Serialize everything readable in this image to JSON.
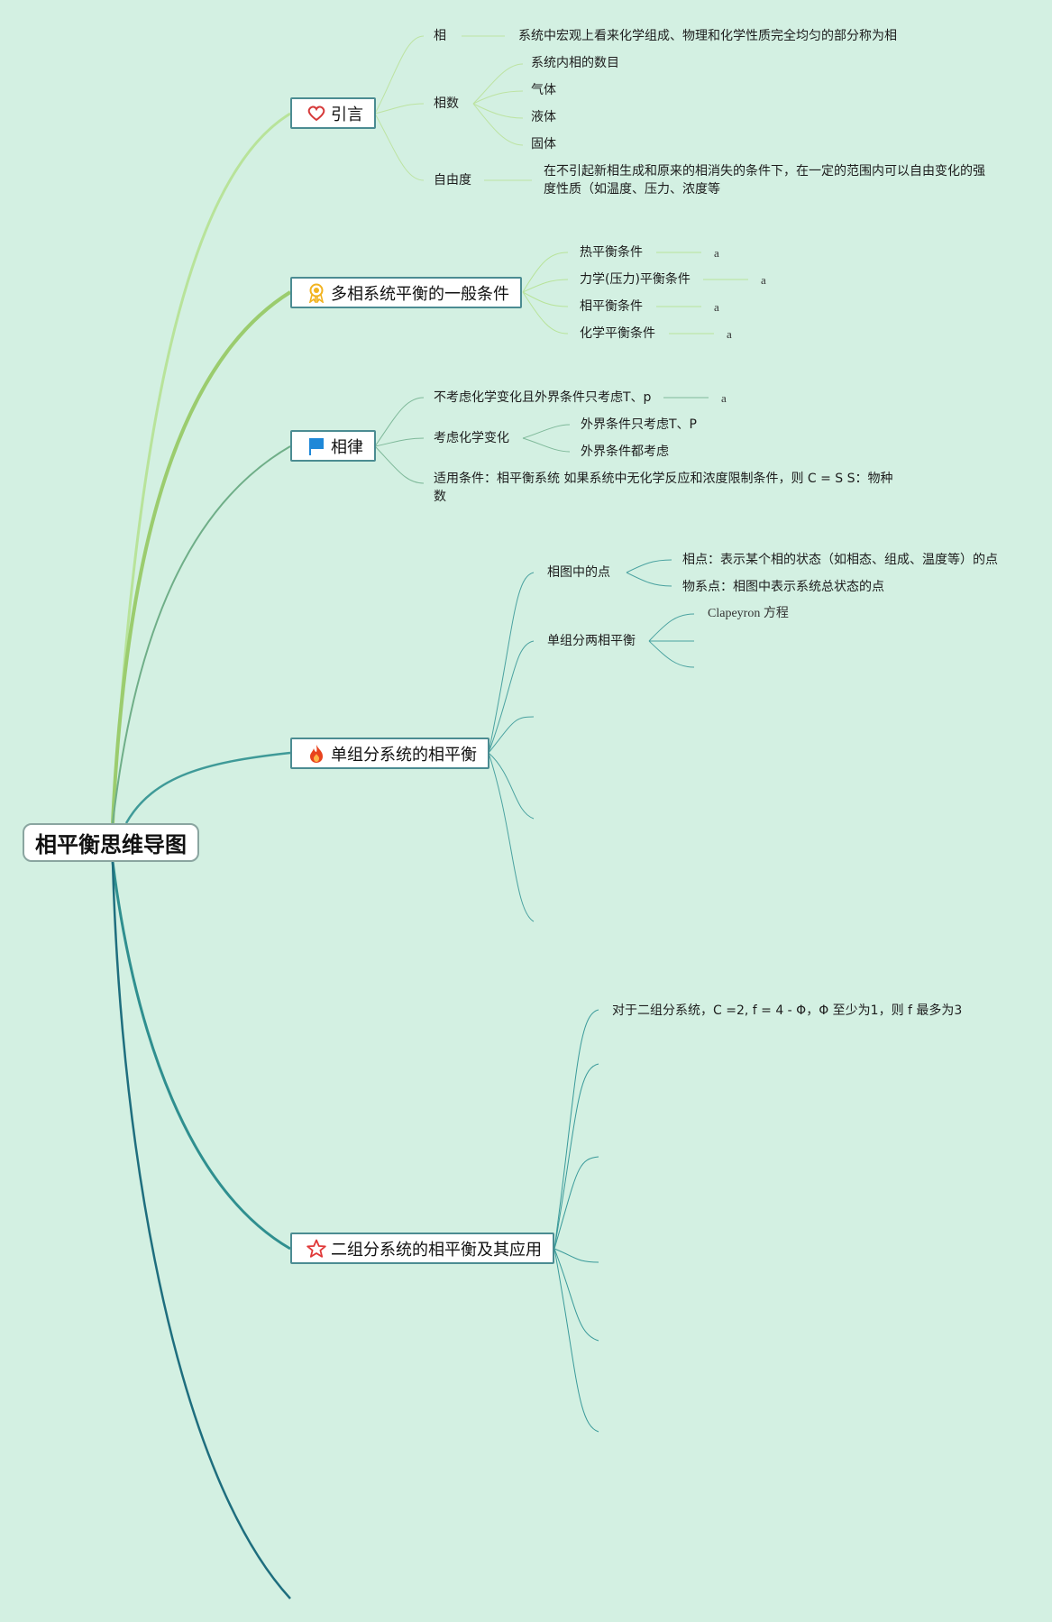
{
  "root": {
    "title": "相平衡思维导图"
  },
  "topics": {
    "t1": {
      "label": "引言",
      "icon": "heart-icon",
      "color": "#d63a3a"
    },
    "t2": {
      "label": "多相系统平衡的一般条件",
      "icon": "award-ribbon-icon",
      "color": "#f2b320"
    },
    "t3": {
      "label": "相律",
      "icon": "flag-icon",
      "color": "#1e88d8"
    },
    "t4": {
      "label": "单组分系统的相平衡",
      "icon": "fire-icon",
      "color": "#e8431e"
    },
    "t5": {
      "label": "二组分系统的相平衡及其应用",
      "icon": "star-icon",
      "color": "#e03838"
    }
  },
  "intro": {
    "phase": "相",
    "phase_def": "系统中宏观上看来化学组成、物理和化学性质完全均匀的部分称为相",
    "phase_count": "相数",
    "count_items": [
      "系统内相的数目",
      "气体",
      "液体",
      "固体"
    ],
    "dof": "自由度",
    "dof_def": "在不引起新相生成和原来的相消失的条件下，在一定的范围内可以自由变化的强度性质（如温度、压力、浓度等"
  },
  "equilibrium": {
    "items": [
      "热平衡条件",
      "力学(压力)平衡条件",
      "相平衡条件",
      "化学平衡条件"
    ],
    "notes": [
      "a",
      "a",
      "a",
      "a"
    ]
  },
  "phase_rule": {
    "no_chem": "不考虑化学变化且外界条件只考虑T、p",
    "no_chem_note": "a",
    "with_chem": "考虑化学变化",
    "with_chem_items": [
      "外界条件只考虑T、P",
      "外界条件都考虑"
    ],
    "applicable": "适用条件：相平衡系统 如果系统中无化学反应和浓度限制条件，则 C = S S：物种数"
  },
  "single": {
    "points": "相图中的点",
    "points_items": [
      "相点：表示某个相的状态（如相态、组成、温度等）的点",
      "物系点：相图中表示系统总状态的点"
    ],
    "two_phase": "单组分两相平衡",
    "two_phase_items": [
      "Clapeyron 方程"
    ]
  },
  "binary": {
    "first": "对于二组分系统，C =2, f = 4 - Φ，Φ 至少为1，则 f 最多为3"
  }
}
